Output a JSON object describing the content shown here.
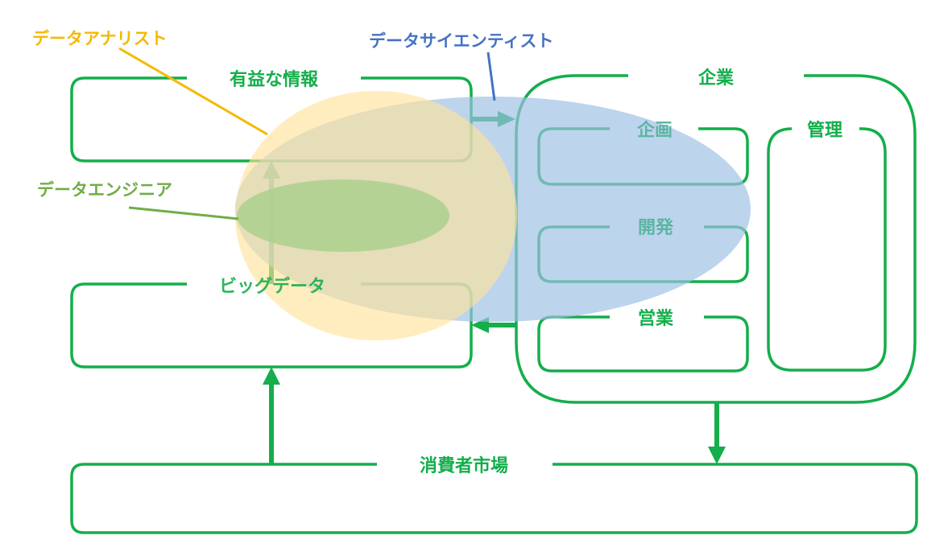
{
  "colors": {
    "green": "#14ae4b",
    "analyst": "#f5b900",
    "scientist": "#4472c4",
    "engineer": "#70ad47",
    "teal_faded": "#5bb5a2",
    "analyst_fill": "#ffe29a",
    "scientist_fill": "#9dbfe4",
    "engineer_fill": "#a9d08e"
  },
  "boxes": {
    "useful_info": "有益な情報",
    "big_data": "ビッグデータ",
    "company": "企業",
    "planning": "企画",
    "development": "開発",
    "sales": "営業",
    "management": "管理",
    "consumer_market": "消費者市場"
  },
  "roles": {
    "analyst": "データアナリスト",
    "scientist": "データサイエンティスト",
    "engineer": "データエンジニア"
  }
}
